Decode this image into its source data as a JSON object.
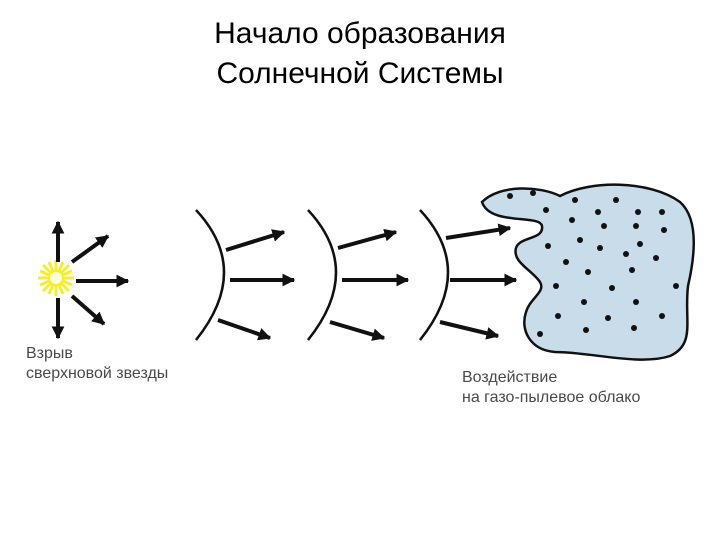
{
  "title": {
    "line1": "Начало образования",
    "line2": "Солнечной Системы"
  },
  "captions": {
    "explosion": {
      "line1": "Взрыв",
      "line2": "сверхновой звезды"
    },
    "impact": {
      "line1": "Воздействие",
      "line2": "на газо-пылевое облако"
    }
  },
  "colors": {
    "star": "#f5ee2a",
    "cloud_fill": "#c9dcea",
    "ink": "#111111",
    "caption": "#4a4a4a"
  },
  "icons": {
    "star": "supernova-star-icon",
    "wave": "shock-wave-arc",
    "cloud": "gas-dust-cloud"
  }
}
